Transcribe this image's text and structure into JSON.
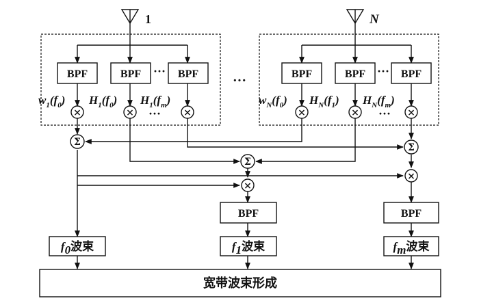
{
  "antennas": [
    {
      "label": "1",
      "italic": false
    },
    {
      "label": "N",
      "italic": true
    }
  ],
  "bpf_label": "BPF",
  "sum_symbol": "Σ",
  "mult_symbol": "×",
  "dots": {
    "between_groups": "···",
    "between_bpf": "···",
    "between_weights": "···"
  },
  "weights": {
    "left": [
      {
        "base": "w",
        "sub": "1",
        "arg": "f",
        "argsub": "0"
      },
      {
        "base": "H",
        "sub": "1",
        "arg": "f",
        "argsub": "0"
      },
      {
        "base": "H",
        "sub": "1",
        "arg": "f",
        "argsub": "m"
      }
    ],
    "right": [
      {
        "base": "w",
        "sub": "N",
        "arg": "f",
        "argsub": "0"
      },
      {
        "base": "H",
        "sub": "N",
        "arg": "f",
        "argsub": "1"
      },
      {
        "base": "H",
        "sub": "N",
        "arg": "f",
        "argsub": "m"
      }
    ]
  },
  "beams": [
    {
      "var": "f",
      "sub": "0",
      "text": "波束"
    },
    {
      "var": "f",
      "sub": "1",
      "text": "波束"
    },
    {
      "var": "f",
      "sub": "m",
      "text": "波束"
    }
  ],
  "bottom_box": "宽带波束形成"
}
